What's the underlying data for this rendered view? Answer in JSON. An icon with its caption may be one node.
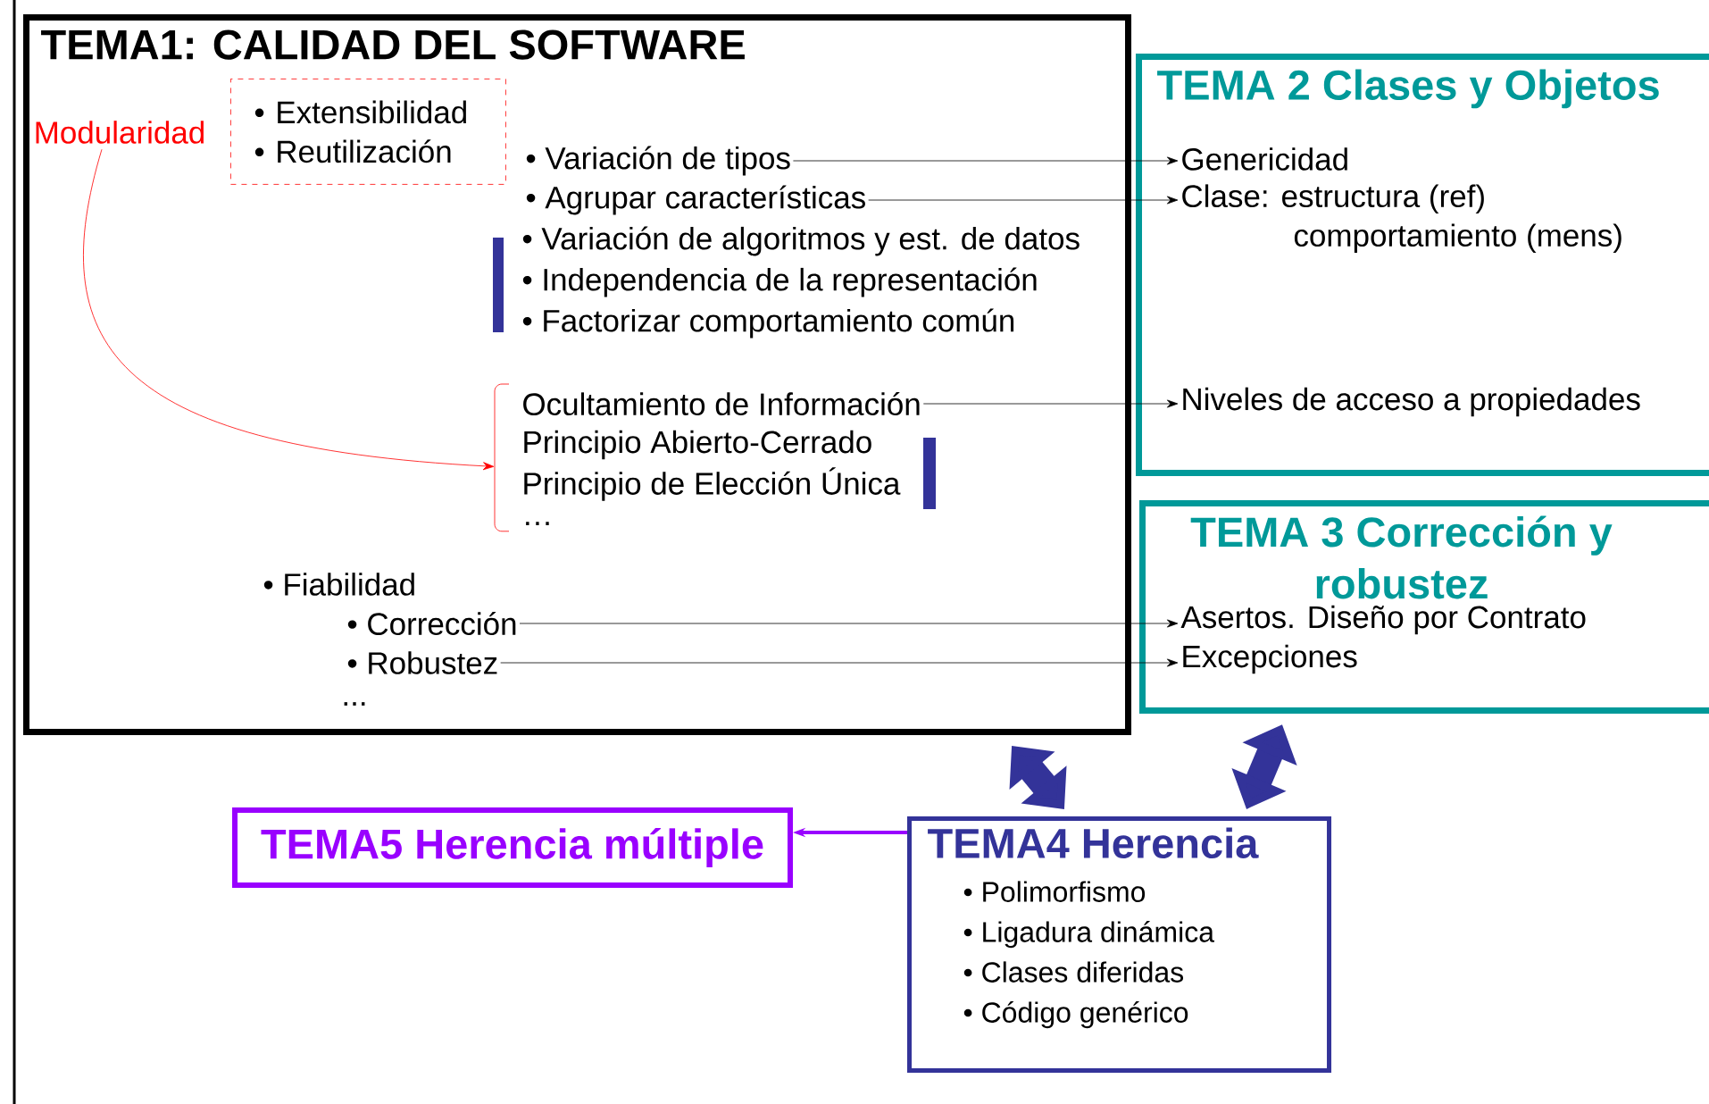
{
  "diagram": {
    "nodes": [
      {
        "text": [
          "TEMA1: CALIDAD DEL SOFTWARE"
        ]
      },
      {
        "text": [
          "Modularidad"
        ],
        "in": 0
      },
      {
        "text": [
          "• Extensibilidad",
          "• Reutilización"
        ],
        "in": 0
      },
      {
        "text": [
          "• Variación de tipos"
        ],
        "in": 0
      },
      {
        "text": [
          "• Agrupar características"
        ],
        "in": 0
      },
      {
        "text": [],
        "shape": "bracket",
        "in": 0
      },
      {
        "text": [
          "Ocultamiento de Información"
        ],
        "in": 0
      },
      {
        "text": [
          "• Corrección"
        ],
        "in": 0
      },
      {
        "text": [
          "• Robustez"
        ],
        "in": 0
      },
      {
        "text": [
          "TEMA 2 Clases y Objetos"
        ]
      },
      {
        "text": [
          "Genericidad"
        ],
        "in": 9
      },
      {
        "text": [
          "Clase: estructura (ref)",
          "comportamiento (mens)"
        ],
        "in": 9
      },
      {
        "text": [
          "Niveles de acceso a propiedades"
        ],
        "in": 9
      },
      {
        "text": [
          "TEMA 3 Corrección y robustez"
        ]
      },
      {
        "text": [
          "Asertos. Diseño por Contrato"
        ],
        "in": 13
      },
      {
        "text": [
          "Excepciones"
        ],
        "in": 13
      },
      {
        "text": [
          "TEMA4 Herencia",
          "• Polimorfismo",
          "• Ligadura dinámica",
          "• Clases diferidas",
          "• Código genérico"
        ]
      },
      {
        "text": [
          "TEMA5 Herencia múltiple"
        ]
      }
    ],
    "edges": [
      {
        "from": 1,
        "to": 5,
        "arrow": "to",
        "color": "#ff0000"
      },
      {
        "from": 3,
        "to": 10,
        "arrow": "to"
      },
      {
        "from": 4,
        "to": 11,
        "arrow": "to"
      },
      {
        "from": 6,
        "to": 12,
        "arrow": "to"
      },
      {
        "from": 7,
        "to": 14,
        "arrow": "to"
      },
      {
        "from": 8,
        "to": 15,
        "arrow": "to"
      },
      {
        "from": 0,
        "to": 16,
        "arrow": "both",
        "style": "thick",
        "color": "#333399"
      },
      {
        "from": 13,
        "to": 16,
        "arrow": "both",
        "style": "thick",
        "color": "#333399"
      },
      {
        "from": 16,
        "to": 17,
        "arrow": "to",
        "style": "thick",
        "color": "#9900ff"
      }
    ],
    "labels": [
      "• Variación de algoritmos y est. de datos",
      "• Independencia de la representación",
      "• Factorizar comportamiento común",
      "Principio Abierto-Cerrado",
      "Principio de Elección Única",
      "…",
      "• Fiabilidad",
      "..."
    ]
  }
}
